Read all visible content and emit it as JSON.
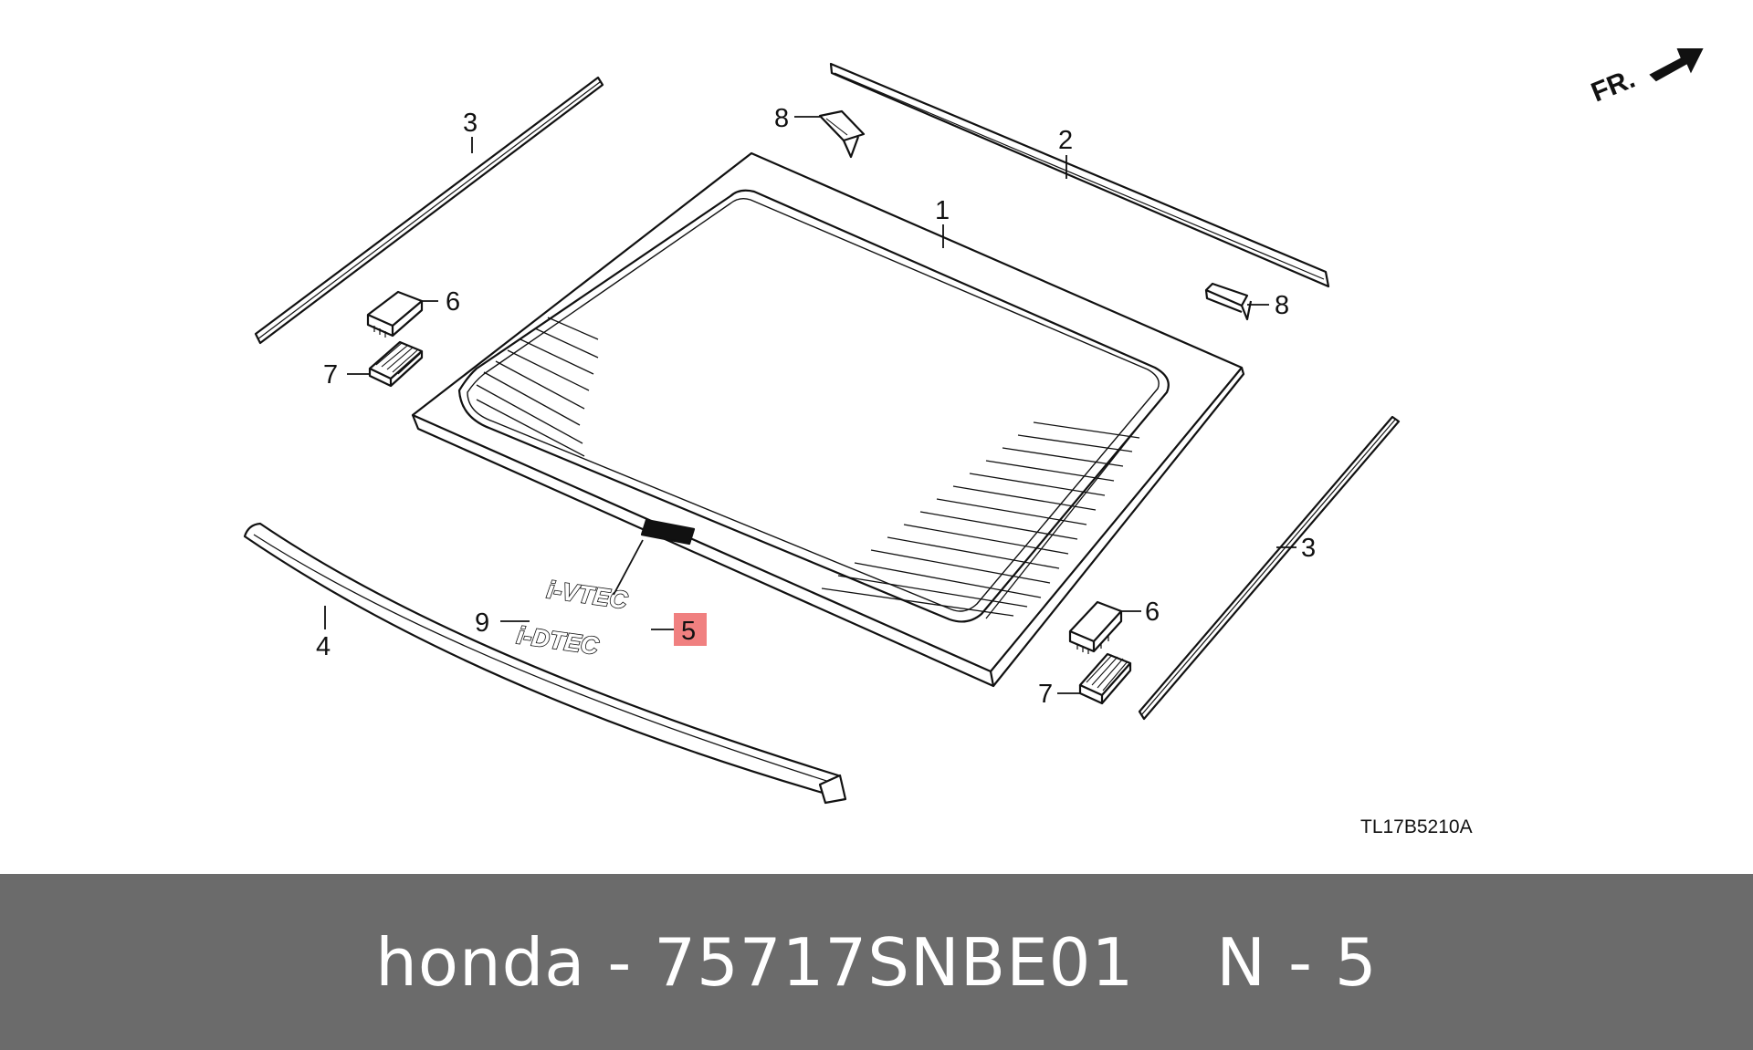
{
  "diagram": {
    "callouts": [
      "1",
      "2",
      "3",
      "3",
      "4",
      "5",
      "6",
      "6",
      "7",
      "7",
      "8",
      "8",
      "9"
    ],
    "highlighted_callout": "5",
    "direction_label": "FR.",
    "reference_code": "TL17B5210A",
    "emblem_top": "i-VTEC",
    "emblem_bottom": "i-DTEC",
    "highlight_color": "#f08080"
  },
  "footer": {
    "brand": "honda",
    "separator": "-",
    "part_number": "75717SNBE01",
    "position_label": "N - 5",
    "background_color": "#6b6b6b"
  }
}
